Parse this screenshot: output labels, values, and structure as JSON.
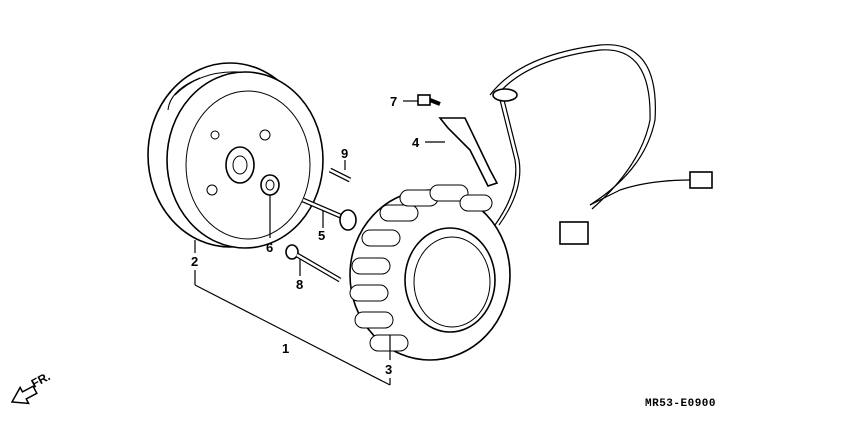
{
  "diagram": {
    "code": "MR53-E0900",
    "direction_label": "FR.",
    "callouts": {
      "c1": "1",
      "c2": "2",
      "c3": "3",
      "c4": "4",
      "c5": "5",
      "c6": "6",
      "c7": "7",
      "c8": "8",
      "c9": "9"
    }
  }
}
